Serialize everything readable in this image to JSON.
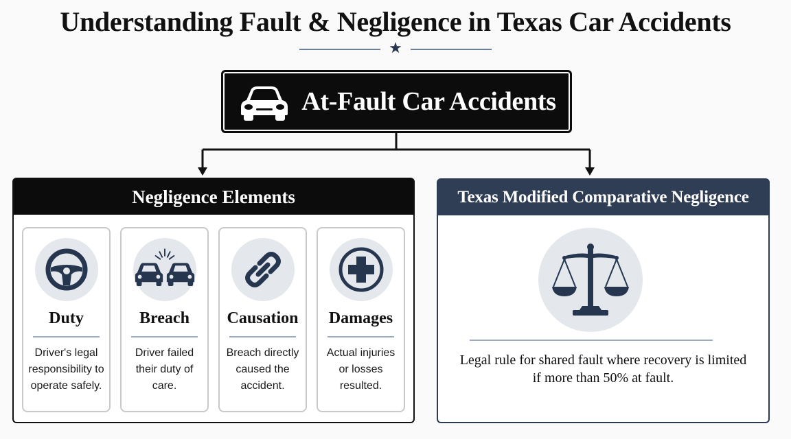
{
  "title": "Understanding Fault & Negligence in Texas Car Accidents",
  "root": {
    "label": "At-Fault Car Accidents",
    "icon": "car-icon"
  },
  "left_panel": {
    "title": "Negligence Elements",
    "cards": [
      {
        "title": "Duty",
        "description": "Driver's legal responsibility to operate safely.",
        "icon": "steering-wheel-icon"
      },
      {
        "title": "Breach",
        "description": "Driver failed their duty of care.",
        "icon": "car-collision-icon"
      },
      {
        "title": "Causation",
        "description": "Breach directly caused the accident.",
        "icon": "chain-link-icon"
      },
      {
        "title": "Damages",
        "description": "Actual injuries or losses resulted.",
        "icon": "medical-cross-icon"
      }
    ]
  },
  "right_panel": {
    "title": "Texas Modified Comparative Negligence",
    "icon": "scales-of-justice-icon",
    "description": "Legal rule for shared fault where recovery is limited if more than 50% at fault."
  },
  "colors": {
    "primary_dark": "#0c0c0c",
    "navy": "#2f3e54",
    "icon_navy": "#26364f",
    "circle_bg": "#e4e7ec",
    "accent_line": "#9aabc0"
  }
}
